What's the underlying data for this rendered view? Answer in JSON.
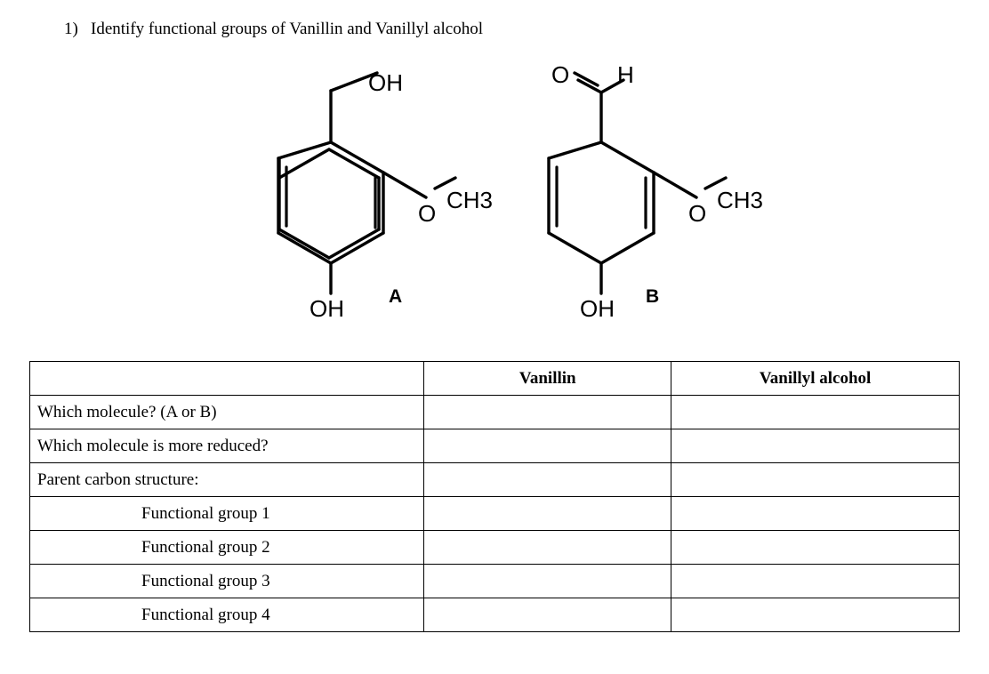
{
  "question": {
    "number": "1)",
    "text": "Identify functional groups of Vanillin and Vanillyl alcohol"
  },
  "structures": {
    "molecule_a": {
      "label": "A",
      "name": "Vanillyl alcohol",
      "atom_labels": [
        "OH",
        "OH",
        "O",
        "CH3"
      ]
    },
    "molecule_b": {
      "label": "B",
      "name": "Vanillin",
      "atom_labels": [
        "O",
        "H",
        "OH",
        "O",
        "CH3"
      ]
    }
  },
  "table": {
    "headers": [
      "",
      "Vanillin",
      "Vanillyl alcohol"
    ],
    "rows": [
      {
        "label": "Which molecule? (A or B)",
        "indent": false,
        "vanillin": "",
        "vanillyl_alcohol": ""
      },
      {
        "label": "Which molecule is more reduced?",
        "indent": false,
        "vanillin": "",
        "vanillyl_alcohol": ""
      },
      {
        "label": "Parent carbon structure:",
        "indent": false,
        "vanillin": "",
        "vanillyl_alcohol": ""
      },
      {
        "label": "Functional group 1",
        "indent": true,
        "vanillin": "",
        "vanillyl_alcohol": ""
      },
      {
        "label": "Functional group 2",
        "indent": true,
        "vanillin": "",
        "vanillyl_alcohol": ""
      },
      {
        "label": "Functional group 3",
        "indent": true,
        "vanillin": "",
        "vanillyl_alcohol": ""
      },
      {
        "label": "Functional group 4",
        "indent": true,
        "vanillin": "",
        "vanillyl_alcohol": ""
      }
    ]
  }
}
